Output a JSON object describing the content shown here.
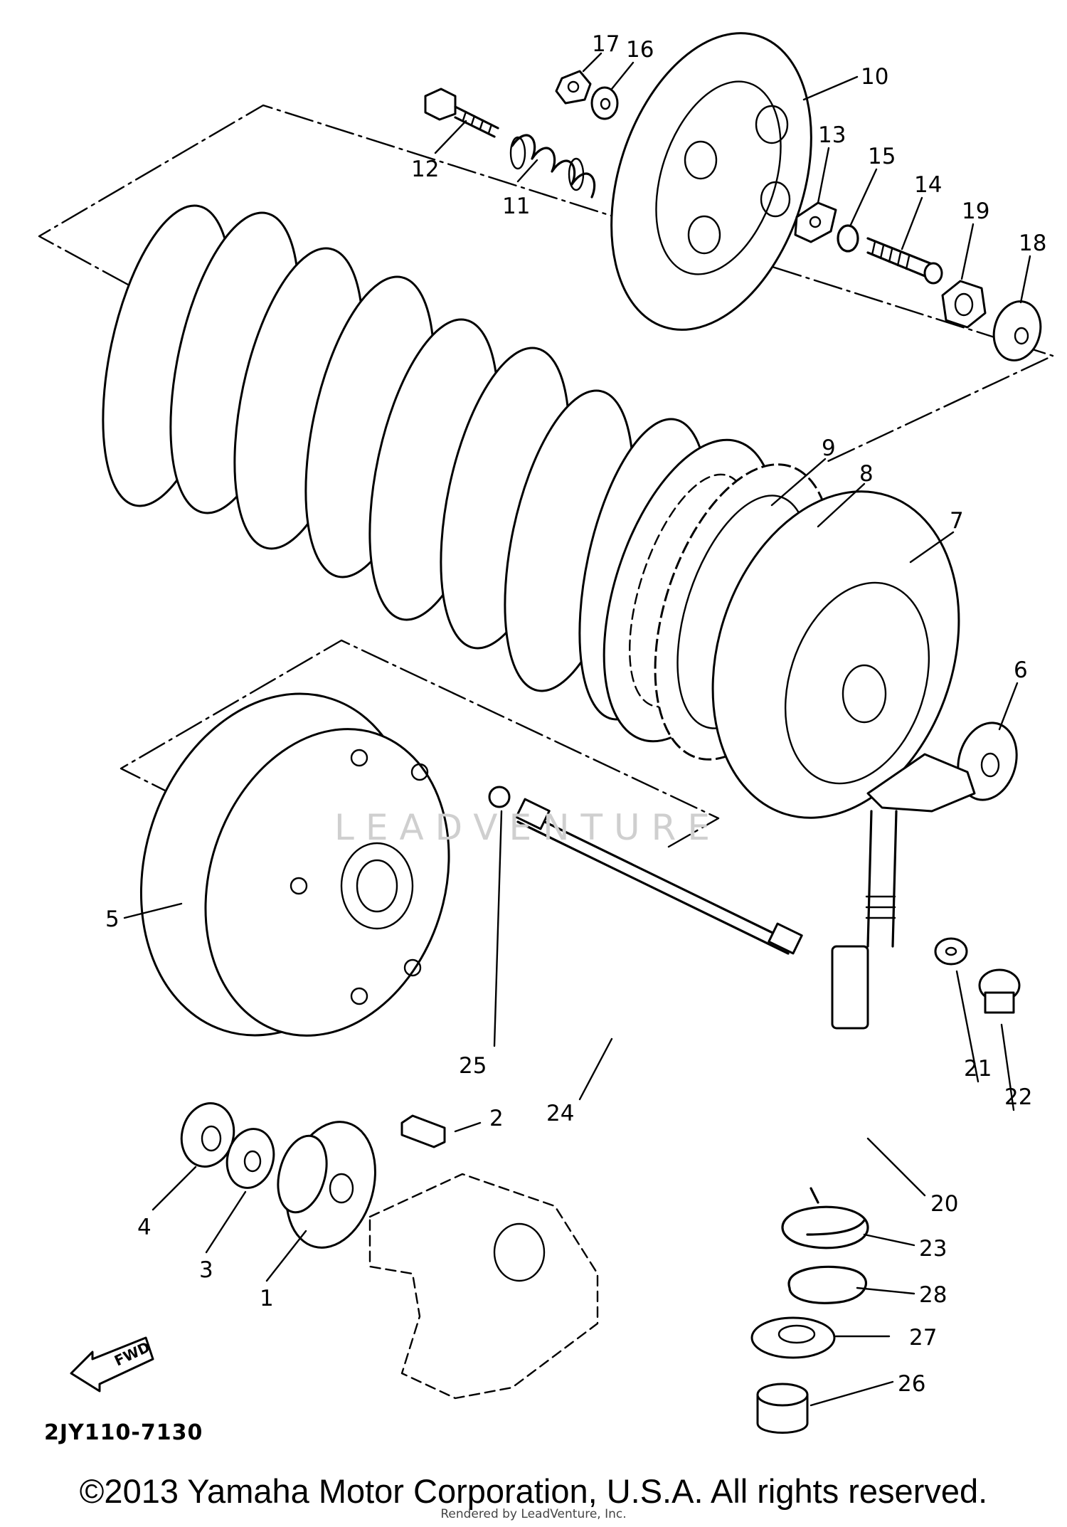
{
  "diagram_code": "2JY110-7130",
  "copyright": "©2013 Yamaha Motor Corporation, U.S.A. All rights reserved.",
  "rendered_by": "Rendered by LeadVenture, Inc.",
  "watermark": "LEADVENTURE",
  "fwd_label": "FWD",
  "callouts": [
    "1",
    "2",
    "3",
    "4",
    "5",
    "6",
    "7",
    "8",
    "9",
    "10",
    "11",
    "12",
    "13",
    "14",
    "15",
    "16",
    "17",
    "18",
    "19",
    "20",
    "21",
    "22",
    "23",
    "24",
    "25",
    "26",
    "27",
    "28"
  ]
}
